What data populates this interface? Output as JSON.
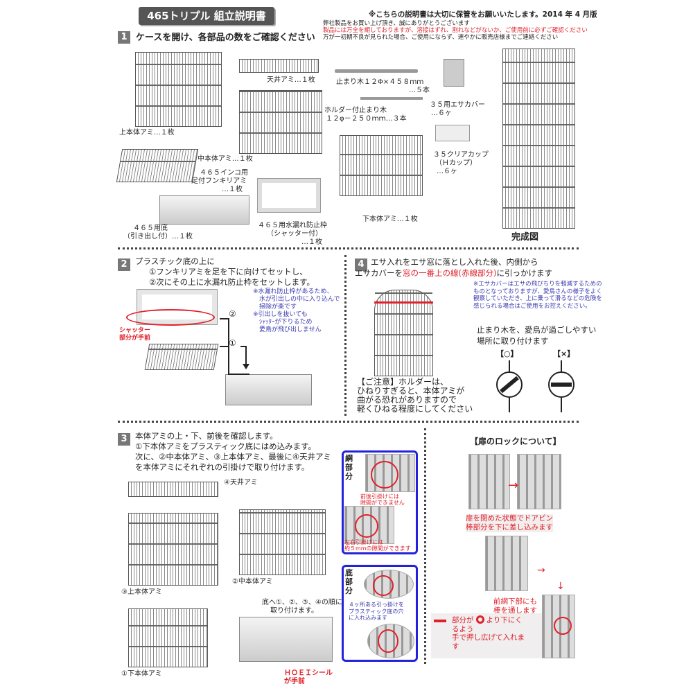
{
  "title": "465トリプル 組立説明書",
  "header": {
    "keep_notice": "※こちらの説明書は大切に保管をお願いいたします。2014 年 4 月版",
    "thanks": "弊社製品をお買い上げ頂き、誠にありがとうございます",
    "check": "製品には万全を期しておりますが、溶接はずれ、割れなどがないか、ご使用前に必ずご確認ください",
    "defect": "万が一初期不良が見られた場合、ご使用にならず、速やかに販売店様までご連絡ください"
  },
  "s1": {
    "num": "1",
    "heading": "ケースを開け、各部品の数をご確認ください",
    "parts": {
      "top": "上本体アミ…１枚",
      "ceiling": "天井アミ…１枚",
      "perch1": "止まり木１２Φ×４５８ｍｍ",
      "perch1_qty": "…５本",
      "perch2": "ホルダー付止まり木",
      "perch2_size": "１２φ－２５０ｍｍ…３本",
      "cover1": "３５用エサカバー",
      "cover1_qty": "…６ヶ",
      "cup1": "３５クリアカップ",
      "cup2": "（Ｈカップ）",
      "cup_qty": "…６ヶ",
      "middle": "中本体アミ…１枚",
      "grid1": "４６５インコ用",
      "grid2": "足付フンキリアミ",
      "grid_qty": "…１枚",
      "base1": "４６５用底",
      "base2": "（引き出し付）…１枚",
      "frame1": "４６５用水漏れ防止枠",
      "frame2": "（シャッター付）",
      "frame_qty": "…１枚",
      "bottom": "下本体アミ…１枚",
      "complete": "完成図"
    }
  },
  "s2": {
    "num": "2",
    "l1": "プラスチック底の上に",
    "l2": "①フンキリアミを足を下に向けてセットし、",
    "l3": "②次にその上に水漏れ防止枠をセットします。",
    "notes": [
      "※水漏れ防止枠があるため、",
      "　水が引出しの中に入り込んで",
      "　掃除が楽です",
      "※引出しを抜いても",
      "　ｼｬｯﾀｰが下りるため",
      "　愛鳥が飛び出しません"
    ],
    "shutter1": "シャッター",
    "shutter2": "部分が手前",
    "step2": "②",
    "step1": "①"
  },
  "s4": {
    "num": "4",
    "l1": "エサ入れをエサ窓に落とし入れた後、内側から",
    "l2a": "エサカバーを",
    "l2b": "窓の一番上の線(赤線部分)",
    "l2c": "に引っかけます",
    "notes": [
      "※エサカバーはエサの飛びちりを軽減するための",
      "ものとなっておりますが、愛鳥さんの様子をよく",
      "観察していただき、上に乗って滑るなどの危険を",
      "感じられる場合はご使用をお控えください。"
    ],
    "perch1": "止まり木を、愛鳥が過ごしやすい",
    "perch2": "場所に取り付けます",
    "ok": "【○】",
    "ng": "【×】",
    "caution": [
      "【ご注意】ホルダーは、",
      "ひねりすぎると、本体アミが",
      "曲がる恐れがありますので",
      "軽くひねる程度にしてください"
    ]
  },
  "s3": {
    "num": "3",
    "lines": [
      "本体アミの上・下、前後を確認します。",
      "①下本体アミをプラスティック底にはめ込みます。",
      "次に、②中本体アミ、③上本体アミ、最後に④天井アミ",
      "を本体アミにそれぞれの引掛けで取り付けます。"
    ],
    "ceiling": "④天井アミ",
    "top": "③上本体アミ",
    "middle": "②中本体アミ",
    "bottom": "①下本体アミ",
    "order1": "底へ①、②、③、④の順に",
    "order2": "取り付けます。",
    "seal1": "ＨＯＥＩシール",
    "seal2": "が手前",
    "mesh_label": "網部分",
    "mesh_note1": [
      "前後引掛けには",
      "隙間ができません"
    ],
    "mesh_note2": [
      "左右引掛けには",
      "約５mmの隙間ができます"
    ],
    "base_label": "底部分",
    "base_note": [
      "４ヶ所ある引っ掛けを",
      "プラスティック底の穴",
      "に入れ込みます"
    ]
  },
  "lock": {
    "title": "【扉のロックについて】",
    "n1": [
      "扉を閉めた状態でドアピン",
      "棒部分を下に差し込みます"
    ],
    "n2": [
      "前網下部にも",
      "棒を通します"
    ],
    "n3a": "部分が",
    "n3b": "より下にく",
    "n3c": [
      "るよう",
      "手で押し広げて入れま",
      "す"
    ]
  }
}
